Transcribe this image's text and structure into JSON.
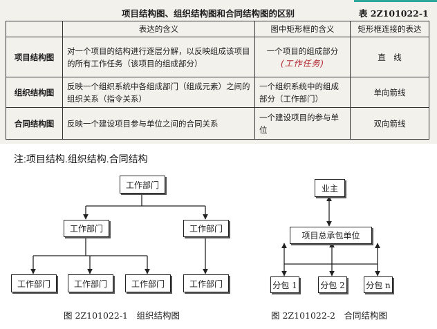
{
  "table": {
    "title": "项目结构图、组织结构图和合同结构图的区别",
    "code": "表 2Z101022-1",
    "headers": [
      "",
      "表达的含义",
      "图中矩形框的含义",
      "矩形框连接的表达"
    ],
    "rows": [
      {
        "name": "项目结构图",
        "meaning": "对一个项目的结构进行逐层分解，以反映组成该项目的所有工作任务（该项目的组成部分）",
        "box": "一个项目的组成部分",
        "box_note": "(工作任务)",
        "link": "直　线"
      },
      {
        "name": "组织结构图",
        "meaning": "反映一个组织系统中各组成部门（组成元素）之间的组织关系（指令关系）",
        "box": "一个组织系统中的组成部分（工作部门）",
        "link": "单向箭线"
      },
      {
        "name": "合同结构图",
        "meaning": "反映一个建设项目参与单位之间的合同关系",
        "box": "一个建设项目的参与单位",
        "link": "双向箭线"
      }
    ]
  },
  "note": "注:项目结构.组织结构.合同结构",
  "org_chart": {
    "top": "工作部门",
    "mid": [
      "工作部门",
      "工作部门"
    ],
    "bottom": [
      "工作部门",
      "工作部门",
      "工作部门",
      "工作部门"
    ],
    "caption": "图 2Z101022-1　组织结构图"
  },
  "contract_chart": {
    "owner": "业主",
    "contractor": "项目总承包单位",
    "subs": [
      "分包 1",
      "分包 2",
      "分包 n"
    ],
    "caption": "图 2Z101022-2　合同结构图"
  }
}
